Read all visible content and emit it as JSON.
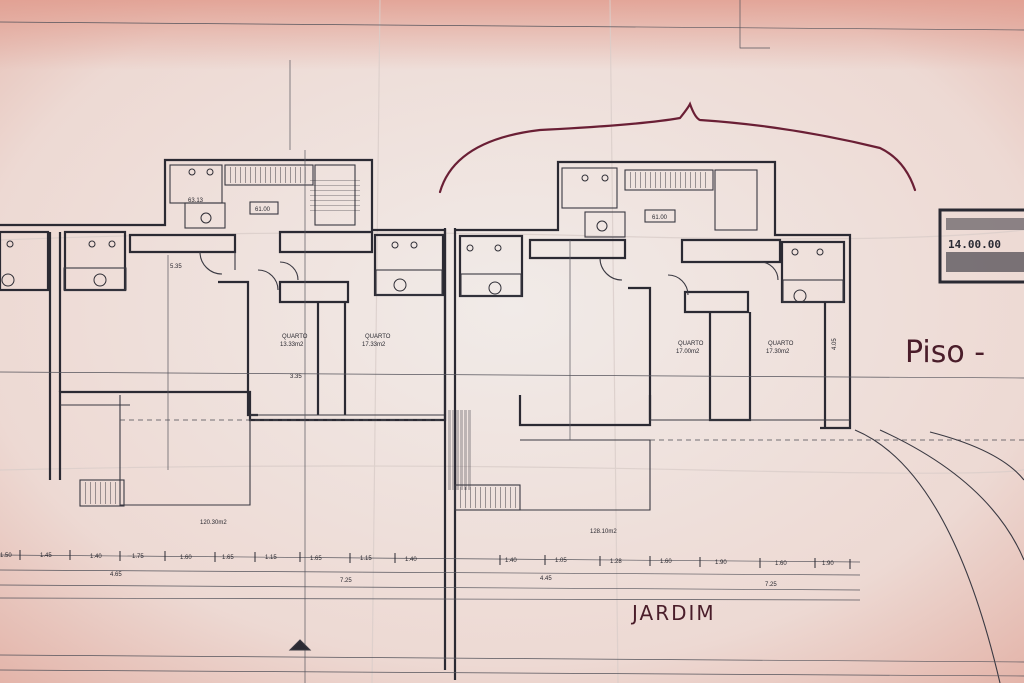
{
  "handwritten": {
    "floor_label": "Piso -",
    "garden_label": "JARDIM"
  },
  "stamp": {
    "date": "14.00.00"
  },
  "rooms": {
    "left_unit": {
      "room_a_name": "QUARTO",
      "room_a_area": "13.33m2",
      "room_b_name": "QUARTO",
      "room_b_area": "17.33m2",
      "bath_area": "63.13",
      "terrace_area": "120.30m2",
      "stair_area": "61.00"
    },
    "right_unit": {
      "room_a_name": "QUARTO",
      "room_a_area": "17.00m2",
      "room_b_name": "QUARTO",
      "room_b_area": "17.30m2",
      "terrace_area": "128.10m2",
      "stair_area": "61.00"
    }
  },
  "dimensions": {
    "bottom_row": [
      "1.50",
      "1.45",
      "1.40",
      "1.75",
      "1.60",
      "1.65",
      "1.15",
      "1.65",
      "1.15",
      "1.40",
      "1.40",
      "1.05",
      "1.28",
      "1.60",
      "1.90",
      "1.60",
      "1.90"
    ],
    "total_left": "7.25",
    "total_right": "7.25",
    "partial_left": "4.65",
    "partial_right": "4.45",
    "mid_left": "5.35",
    "mid_center": "3.35",
    "mid_right": "4.05"
  },
  "colors": {
    "paper": "#efe6e2",
    "ink": "#2b2a33",
    "pen": "#6a1f35"
  }
}
